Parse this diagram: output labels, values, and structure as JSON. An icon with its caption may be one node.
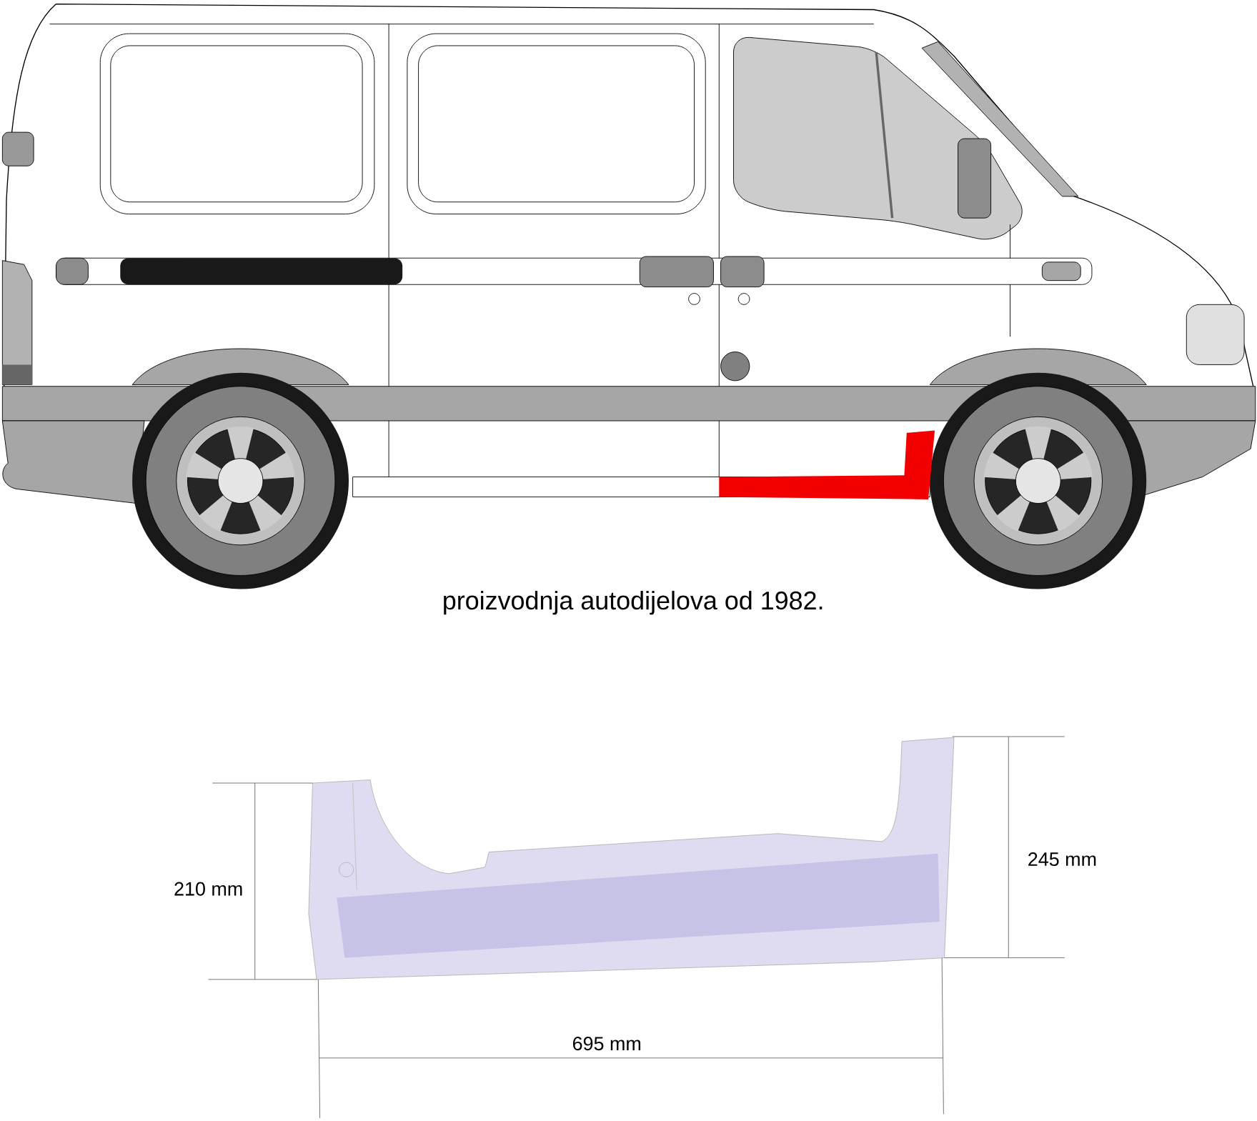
{
  "diagram": {
    "labels": [
      "proizvodnja autodijelova od 1982.",
      "210 mm",
      "245 mm",
      "695 mm"
    ]
  }
}
